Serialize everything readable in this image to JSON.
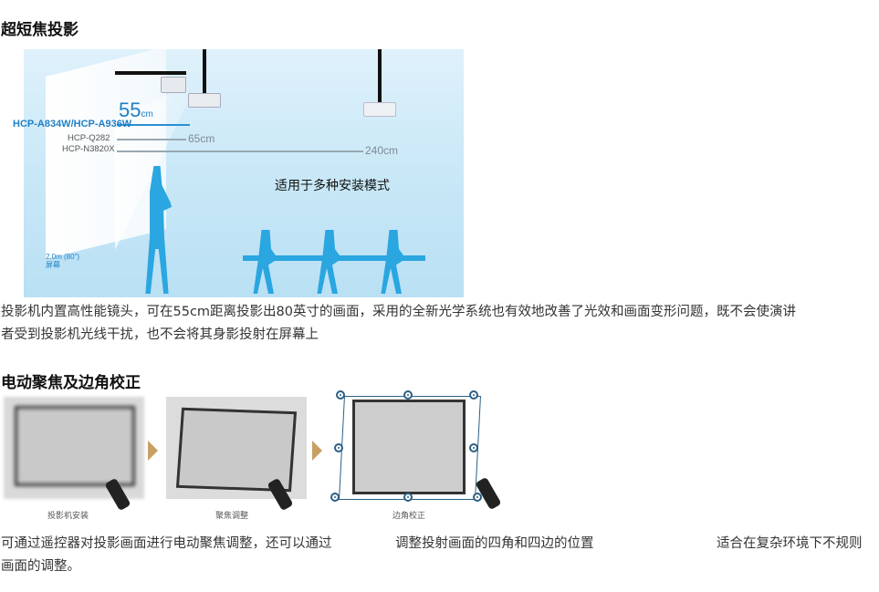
{
  "section1": {
    "heading": "超短焦投影",
    "figure": {
      "models": [
        "HCP-A834W/HCP-A936W",
        "HCP-Q282",
        "HCP-N3820X"
      ],
      "distances": [
        "55cm",
        "65cm",
        "240cm"
      ],
      "distance_main_number": "55",
      "distance_main_unit": "cm",
      "caption": "适用于多种安装模式",
      "screen_size": "2.0m (80\")",
      "screen_label": "屏幕"
    },
    "paragraph_line1": "投影机内置高性能镜头，可在55cm距离投影出80英寸的画面，采用的全新光学系统也有效地改善了光效和画面变形问题，既不会使演讲",
    "paragraph_line2": "者受到投影机光线干扰，也不会将其身影投射在屏幕上"
  },
  "section2": {
    "heading": "电动聚焦及边角校正",
    "captions": [
      "投影机安装",
      "聚焦调整",
      "边角校正"
    ],
    "paragraph_part1": "可通过遥控器对投影画面进行电动聚焦调整，还可以通过",
    "paragraph_part2": "调整投射画面的四角和四边的位置",
    "paragraph_part3": "适合在复杂环境下不规则",
    "paragraph_line2": "画面的调整。"
  },
  "colors": {
    "accent_blue": "#1f7fc4",
    "arrow": "#c8a064",
    "node": "#2b5f85"
  }
}
